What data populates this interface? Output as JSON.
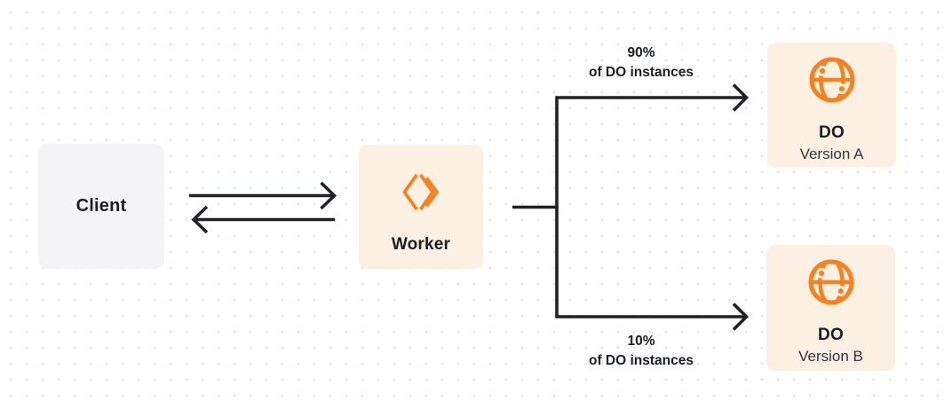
{
  "colors": {
    "background": "#ffffff",
    "dot": "#e4e4e7",
    "client-bg": "#f4f4f6",
    "cream-bg": "#fcf0e2",
    "orange": "#f6821f",
    "arrow": "#1f2124",
    "text-primary": "#1b1d21",
    "text-secondary": "#33363c"
  },
  "nodes": {
    "client": {
      "label": "Client"
    },
    "worker": {
      "label": "Worker",
      "icon": "cloudflare-workers-icon"
    },
    "do_a": {
      "title": "DO",
      "subtitle": "Version A",
      "icon": "durable-object-globe-icon"
    },
    "do_b": {
      "title": "DO",
      "subtitle": "Version B",
      "icon": "durable-object-globe-icon"
    }
  },
  "edges": {
    "client_worker": {
      "type": "bidirectional-arrows"
    },
    "top_branch": {
      "label_line1": "90%",
      "label_line2": "of DO instances"
    },
    "bottom_branch": {
      "label_line1": "10%",
      "label_line2": "of DO instances"
    }
  }
}
